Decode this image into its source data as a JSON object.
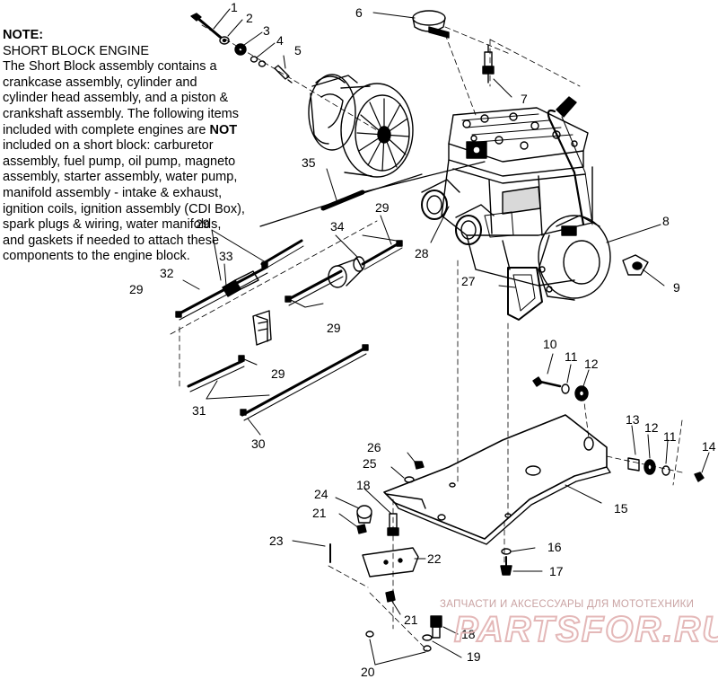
{
  "note": {
    "heading": "NOTE:",
    "subheading": "SHORT BLOCK ENGINE",
    "body_part1": "The Short Block assembly contains a crankcase assembly, cylinder and cylinder head assembly, and a piston & crankshaft assembly.  The following items included with complete engines are ",
    "body_emphasis": "NOT",
    "body_part2": " included on a short block:  carburetor assembly, fuel pump, oil pump, magneto assembly, starter assembly, water pump, manifold assembly - intake & exhaust, ignition coils, ignition assembly (CDI Box), spark plugs & wiring, water manifolds, and gaskets if needed to attach these components to the engine block."
  },
  "callouts": {
    "c1": "1",
    "c2": "2",
    "c3": "3",
    "c4": "4",
    "c5": "5",
    "c6": "6",
    "c7": "7",
    "c8": "8",
    "c9": "9",
    "c10": "10",
    "c11a": "11",
    "c11b": "11",
    "c12a": "12",
    "c12b": "12",
    "c13": "13",
    "c14": "14",
    "c15": "15",
    "c16": "16",
    "c17": "17",
    "c18a": "18",
    "c18b": "18",
    "c19": "19",
    "c20": "20",
    "c21a": "21",
    "c21b": "21",
    "c22": "22",
    "c23": "23",
    "c24": "24",
    "c25": "25",
    "c26": "26",
    "c27": "27",
    "c28": "28",
    "c29a": "29",
    "c29b": "29",
    "c29c": "29",
    "c29d": "29",
    "c29e": "29",
    "c30": "30",
    "c31": "31",
    "c32": "32",
    "c33": "33",
    "c34": "34",
    "c35": "35"
  },
  "watermark": {
    "tagline": "ЗАПЧАСТИ И АКСЕССУАРЫ ДЛЯ МОТОТЕХНИКИ",
    "logo_text": "PARTSFOR.RU"
  }
}
